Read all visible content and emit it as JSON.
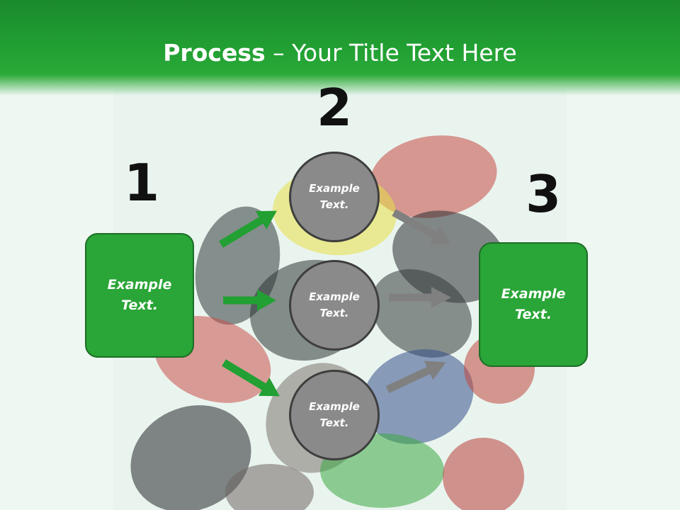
{
  "title": {
    "bold": "Process",
    "rest": " – Your Title Text Here"
  },
  "steps": {
    "one": "1",
    "two": "2",
    "three": "3"
  },
  "boxes": {
    "left": {
      "line1": "Example",
      "line2": "Text."
    },
    "right": {
      "line1": "Example",
      "line2": "Text."
    }
  },
  "circles": [
    {
      "line1": "Example",
      "line2": "Text."
    },
    {
      "line1": "Example",
      "line2": "Text."
    },
    {
      "line1": "Example",
      "line2": "Text."
    }
  ],
  "colors": {
    "header_green": "#22a033",
    "box_green": "#2aa537",
    "arrow_green": "#22a033",
    "arrow_grey": "#808080",
    "circle_grey": "#8a8a8a"
  }
}
